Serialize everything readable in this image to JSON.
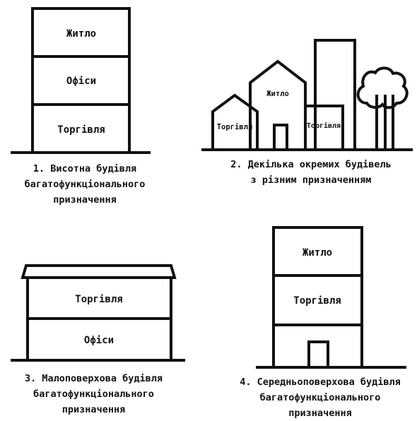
{
  "scene1": {
    "floors": [
      "Житло",
      "Офіси",
      "Торгівля"
    ],
    "caption": [
      "1. Висотна будівля",
      "багатофункціонального",
      "призначення"
    ]
  },
  "scene2": {
    "left_house": "Торгівля",
    "center_house": "Житло",
    "right_house": "Торгівля",
    "caption": [
      "2. Декілька окремих будівель",
      "з різним призначенням"
    ]
  },
  "scene3": {
    "floors": [
      "Торгівля",
      "Офіси"
    ],
    "caption": [
      "3. Малоповерхова будівля",
      "багатофункціонального",
      "призначення"
    ]
  },
  "scene4": {
    "floors": [
      "Житло",
      "Торгівля"
    ],
    "caption": [
      "4. Середньоповерхова будівля",
      "багатофункціонального",
      "призначення"
    ]
  },
  "colors": {
    "stroke": "#111111",
    "background": "#ffffff"
  }
}
